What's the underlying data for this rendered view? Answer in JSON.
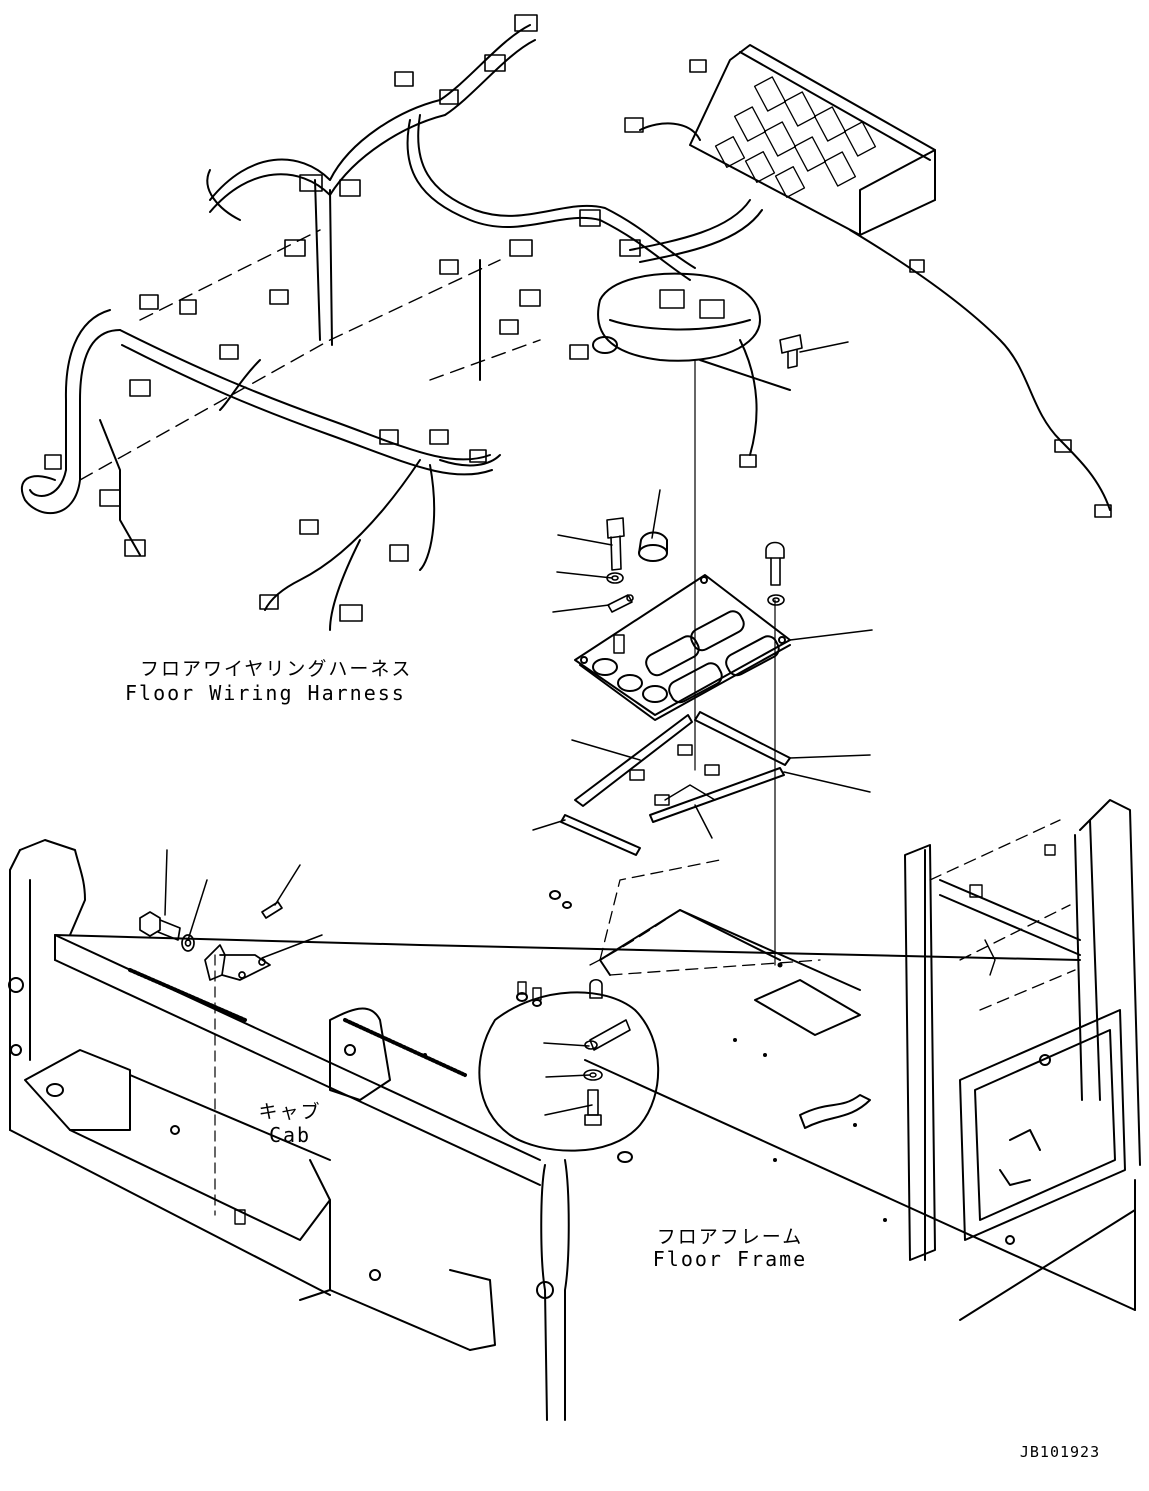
{
  "labels": {
    "harness": {
      "jp": "フロアワイヤリングハーネス",
      "en": "Floor Wiring Harness"
    },
    "cab": {
      "jp": "キャブ",
      "en": "Cab"
    },
    "frame": {
      "jp": "フロアフレーム",
      "en": "Floor Frame"
    }
  },
  "drawing_code": "JB101923"
}
